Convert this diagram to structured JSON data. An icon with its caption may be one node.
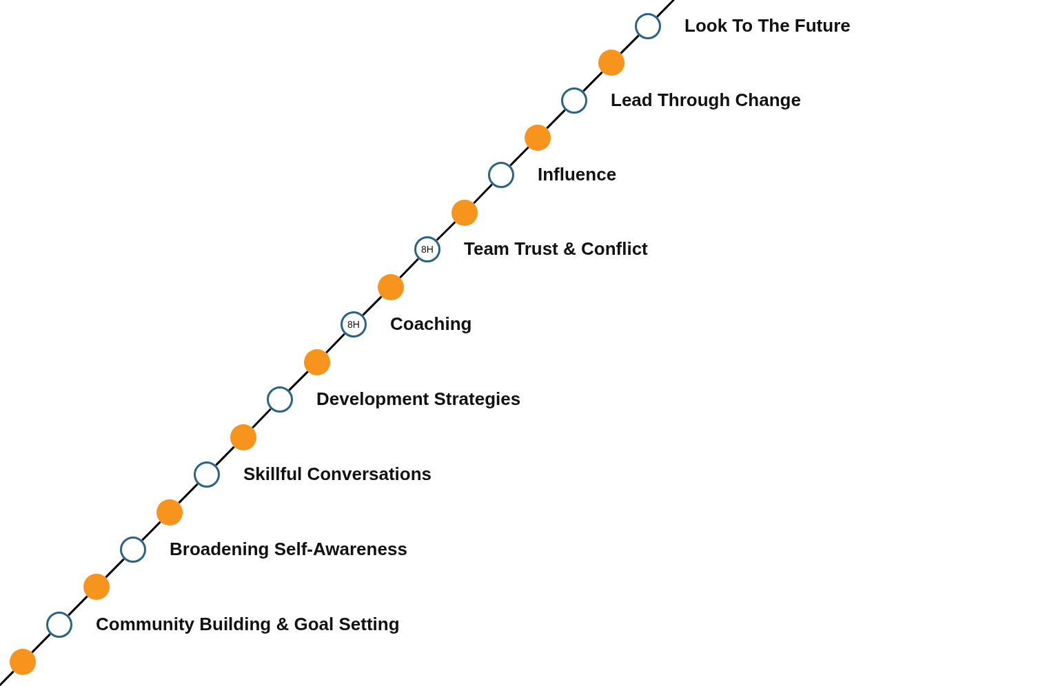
{
  "diagram": {
    "nodes": [
      {
        "text": [],
        "shape": "circle"
      },
      {
        "text": [],
        "shape": "circle",
        "beside": [
          "Community Building & Goal Setting"
        ]
      },
      {
        "text": [],
        "shape": "circle"
      },
      {
        "text": [],
        "shape": "circle",
        "beside": [
          "Broadening Self-Awareness"
        ]
      },
      {
        "text": [],
        "shape": "circle"
      },
      {
        "text": [],
        "shape": "circle",
        "beside": [
          "Skillful Conversations"
        ]
      },
      {
        "text": [],
        "shape": "circle"
      },
      {
        "text": [],
        "shape": "circle",
        "beside": [
          "Development Strategies"
        ]
      },
      {
        "text": [],
        "shape": "circle"
      },
      {
        "text": [
          "8H"
        ],
        "beside": [
          "Coaching"
        ]
      },
      {
        "text": [],
        "shape": "circle"
      },
      {
        "text": [
          "8H"
        ],
        "beside": [
          "Team Trust & Conflict"
        ]
      },
      {
        "text": [],
        "shape": "circle"
      },
      {
        "text": [],
        "shape": "circle",
        "beside": [
          "Influence"
        ]
      },
      {
        "text": [],
        "shape": "circle"
      },
      {
        "text": [],
        "shape": "circle",
        "beside": [
          "Lead Through Change"
        ]
      },
      {
        "text": [],
        "shape": "circle"
      },
      {
        "text": [],
        "shape": "circle",
        "beside": [
          "Look To The Future"
        ]
      }
    ],
    "edges": [
      {
        "from": null,
        "to": 0,
        "arrow": "none"
      },
      {
        "from": 0,
        "to": 1,
        "arrow": "none"
      },
      {
        "from": 1,
        "to": 2,
        "arrow": "none"
      },
      {
        "from": 2,
        "to": 3,
        "arrow": "none"
      },
      {
        "from": 3,
        "to": 4,
        "arrow": "none"
      },
      {
        "from": 4,
        "to": 5,
        "arrow": "none"
      },
      {
        "from": 5,
        "to": 6,
        "arrow": "none"
      },
      {
        "from": 6,
        "to": 7,
        "arrow": "none"
      },
      {
        "from": 7,
        "to": 8,
        "arrow": "none"
      },
      {
        "from": 8,
        "to": 9,
        "arrow": "none"
      },
      {
        "from": 9,
        "to": 10,
        "arrow": "none"
      },
      {
        "from": 10,
        "to": 11,
        "arrow": "none"
      },
      {
        "from": 11,
        "to": 12,
        "arrow": "none"
      },
      {
        "from": 12,
        "to": 13,
        "arrow": "none"
      },
      {
        "from": 13,
        "to": 14,
        "arrow": "none"
      },
      {
        "from": 14,
        "to": 15,
        "arrow": "none"
      },
      {
        "from": 15,
        "to": 16,
        "arrow": "none"
      },
      {
        "from": 16,
        "to": 17,
        "arrow": "none"
      },
      {
        "from": 17,
        "to": null,
        "arrow": "none"
      }
    ]
  }
}
